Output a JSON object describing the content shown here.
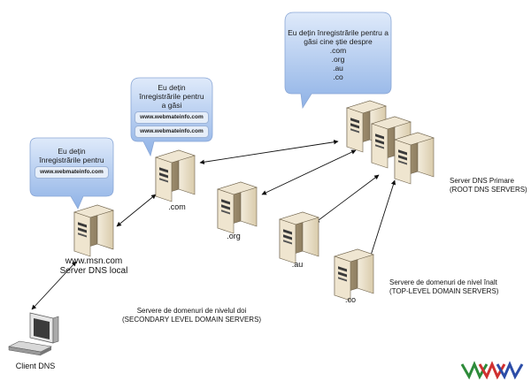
{
  "bubbles": {
    "root": {
      "lines": [
        "Eu dețin înregistrările pentru a",
        "găsi cine știe despre",
        ".com",
        ".org",
        ".au",
        ".co"
      ]
    },
    "com": {
      "lines": [
        "Eu dețin",
        "înregistrările pentru",
        "a găsi"
      ],
      "pills": [
        "www.webmateinfo.com",
        "www.webmateinfo.com"
      ]
    },
    "local": {
      "lines": [
        "Eu dețin",
        "înregistrările pentru"
      ],
      "pills": [
        "www.webmateinfo.com"
      ]
    }
  },
  "nodes": {
    "com": ".com",
    "org": ".org",
    "au": ".au",
    "co": ".co",
    "local_host": "www.msn.com",
    "local_label": "Server DNS local",
    "client": "Client DNS"
  },
  "labels": {
    "primary_line1": "Server DNS Primare",
    "primary_line2": "(ROOT DNS SERVERS)",
    "tld_line1": "Servere de domenuri de nivel înalt",
    "tld_line2": "(TOP-LEVEL DOMAIN SERVERS)",
    "sld_line1": "Servere de domenuri de nivelul doi",
    "sld_line2": "(SECONDARY LEVEL DOMAIN SERVERS)"
  },
  "logo": {
    "text": "WWW"
  },
  "colors": {
    "bubble_top": "#bcd3f2",
    "bubble_bottom": "#7fa6e0",
    "server_body": "#e9dfc8",
    "server_side": "#b9a887",
    "arrow": "#111111"
  }
}
